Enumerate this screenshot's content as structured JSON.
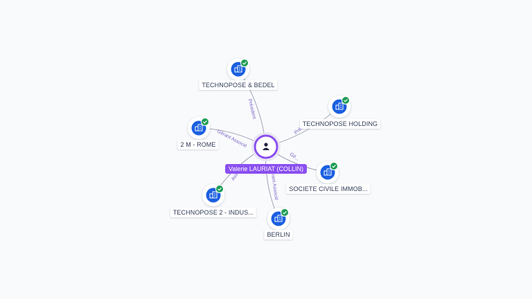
{
  "colors": {
    "background": "#f9fafc",
    "company_icon": "#1a5fe0",
    "verified_badge": "#1f9d55",
    "person_accent": "#8a4ff0",
    "edge": "#8a8fa6",
    "edge_label": "#7b64c7"
  },
  "center": {
    "name": "Valerie LAURIAT (COLLIN)",
    "icon": "person-icon"
  },
  "companies": [
    {
      "id": "bedel",
      "name": "TECHNOPOSE & BEDEL",
      "icon": "building-icon",
      "verified": true
    },
    {
      "id": "holding",
      "name": "TECHNOPOSE HOLDING",
      "icon": "building-icon",
      "verified": true
    },
    {
      "id": "rome",
      "name": "2 M - ROME",
      "icon": "building-icon",
      "verified": true
    },
    {
      "id": "civile",
      "name": "SOCIETE CIVILE IMMOB...",
      "icon": "building-icon",
      "verified": true
    },
    {
      "id": "indus",
      "name": "TECHNOPOSE 2 - INDUS...",
      "icon": "building-icon",
      "verified": true
    },
    {
      "id": "berlin",
      "name": "BERLIN",
      "icon": "building-icon",
      "verified": true
    }
  ],
  "relations": [
    {
      "to": "bedel",
      "label": "Président"
    },
    {
      "to": "holding",
      "label": "Présid..."
    },
    {
      "to": "rome",
      "label": "Gérant Associé"
    },
    {
      "to": "civile",
      "label": "Gé..."
    },
    {
      "to": "indus",
      "label": "Ass..."
    },
    {
      "to": "berlin",
      "label": "Gérant Associé"
    }
  ]
}
